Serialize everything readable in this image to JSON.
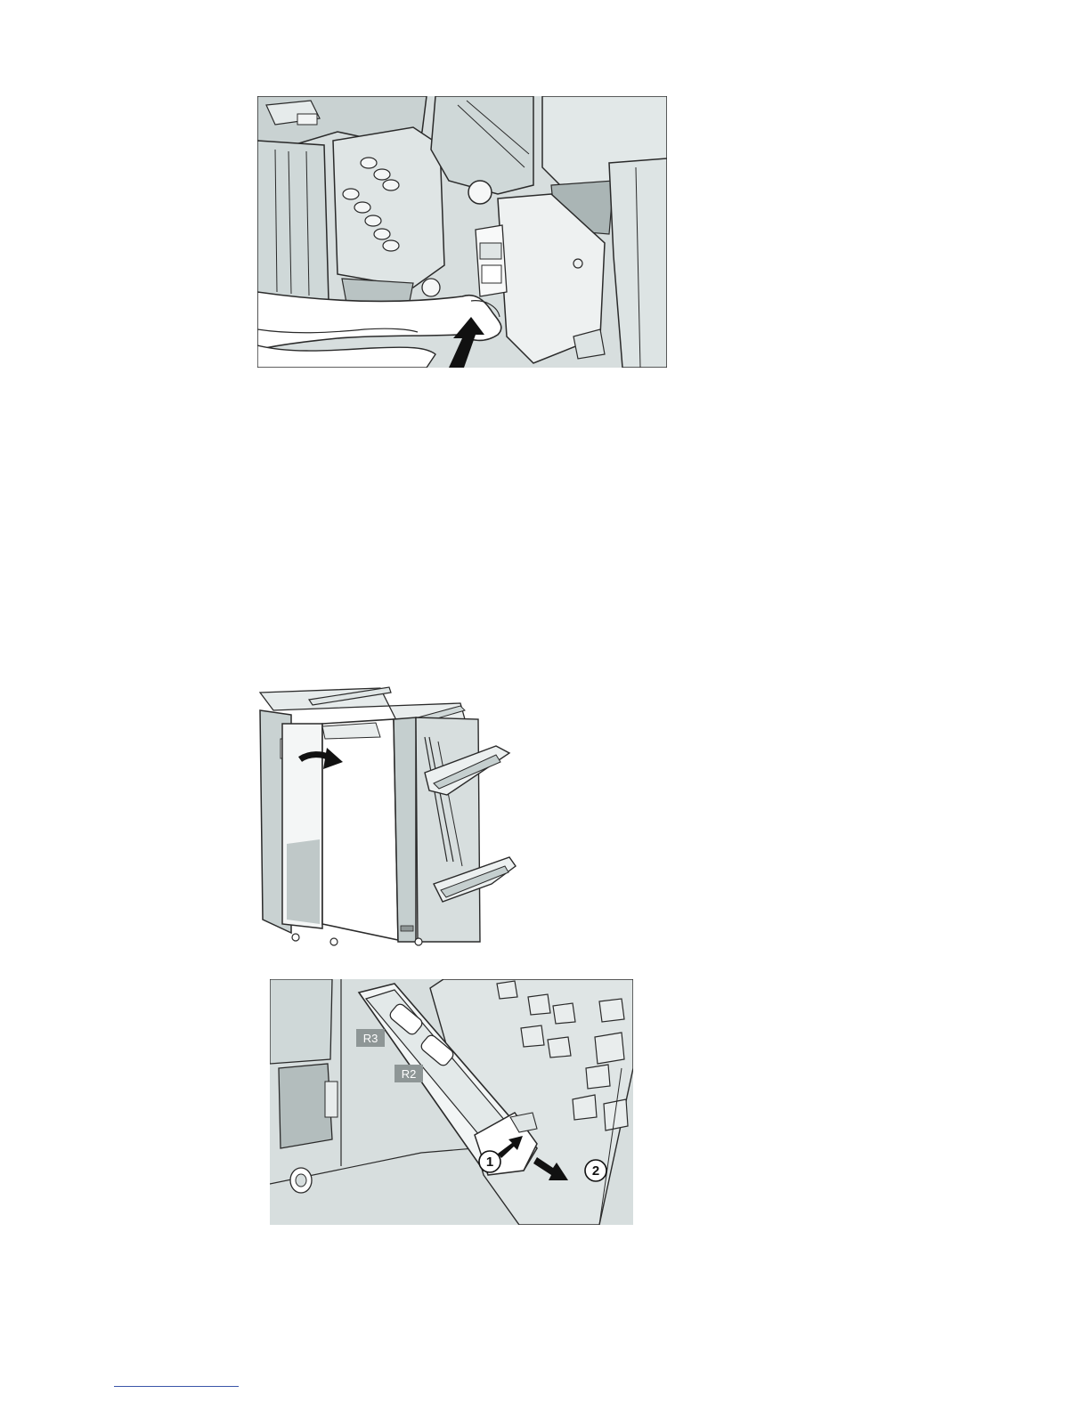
{
  "figures": {
    "staple": {
      "name": "staple-cartridge-insert"
    },
    "finisher": {
      "name": "finisher-front-door-open"
    },
    "cartridge": {
      "name": "booklet-staple-cartridge-remove",
      "tags": [
        "R3",
        "R2"
      ],
      "steps": [
        "1",
        "2"
      ]
    }
  },
  "colors": {
    "panel_bg": "#d7dede",
    "line": "#2a2a2a",
    "white": "#ffffff",
    "mid_gray": "#b9c3c3",
    "tag_gray": "#8e9696",
    "footer_rule": "#3a55a8"
  }
}
